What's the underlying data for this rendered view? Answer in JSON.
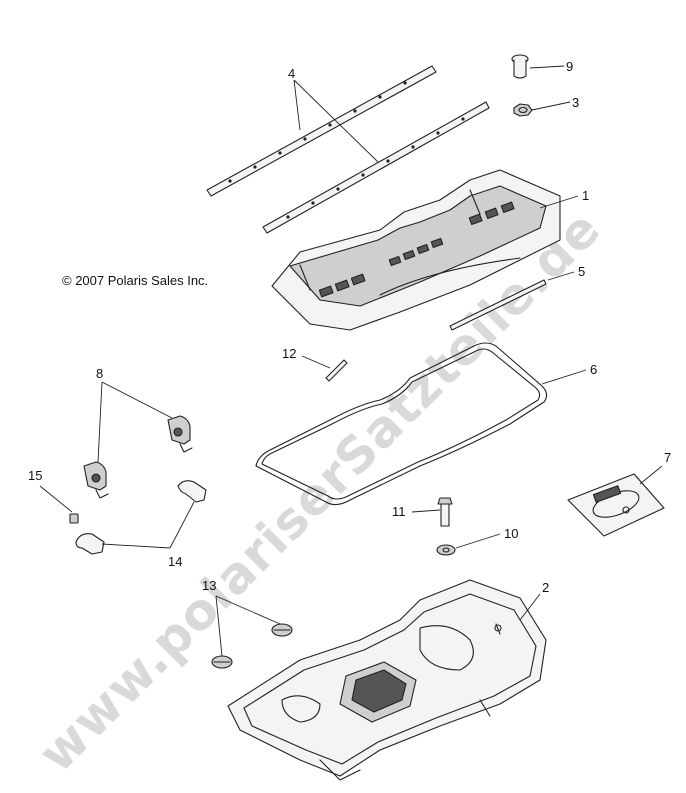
{
  "copyright": "© 2007 Polaris Sales Inc.",
  "watermark": "www.polariserSatzteile.de",
  "parts": [
    {
      "id": "part-1",
      "label": "1"
    },
    {
      "id": "part-2",
      "label": "2"
    },
    {
      "id": "part-3",
      "label": "3"
    },
    {
      "id": "part-4",
      "label": "4"
    },
    {
      "id": "part-5",
      "label": "5"
    },
    {
      "id": "part-6",
      "label": "6"
    },
    {
      "id": "part-7",
      "label": "7"
    },
    {
      "id": "part-8",
      "label": "8"
    },
    {
      "id": "part-9",
      "label": "9"
    },
    {
      "id": "part-10",
      "label": "10"
    },
    {
      "id": "part-11",
      "label": "11"
    },
    {
      "id": "part-12",
      "label": "12"
    },
    {
      "id": "part-13",
      "label": "13"
    },
    {
      "id": "part-14",
      "label": "14"
    },
    {
      "id": "part-15",
      "label": "15"
    }
  ]
}
